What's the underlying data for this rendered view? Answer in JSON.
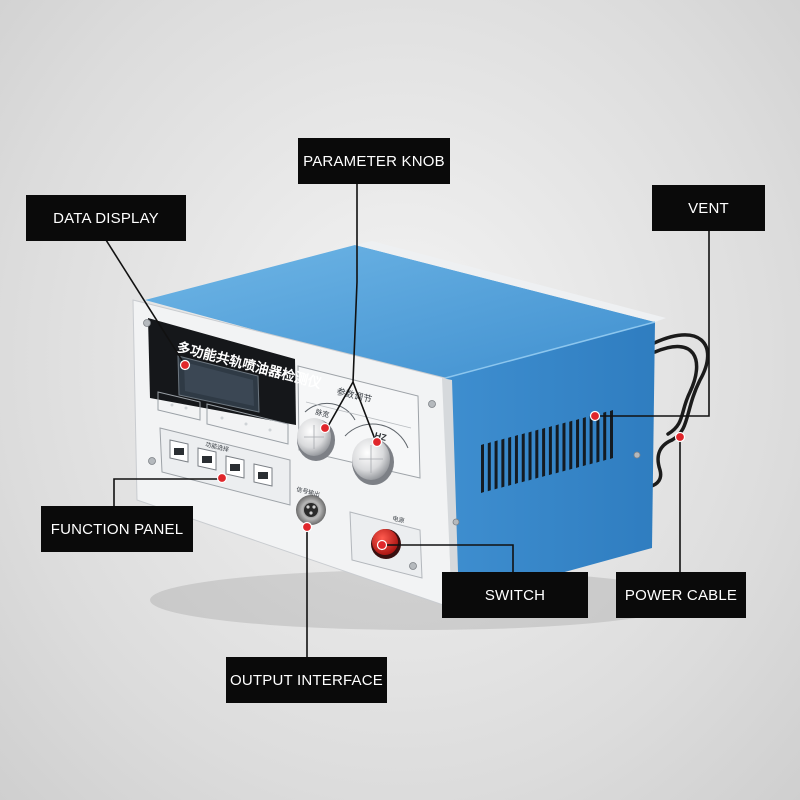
{
  "device": {
    "title": "多功能共轨喷油器检测仪",
    "panel_caption": "参数调节",
    "knob_left_label": "脉宽",
    "knob_right_label": "HZ",
    "function_panel_caption": "功能选择",
    "output_caption": "信号输出",
    "switch_caption": "电源",
    "colors": {
      "body_blue": "#4f9fd8",
      "front_white": "#f2f3f4",
      "label_bg": "#0a0a0a",
      "marker_red": "#e0262b",
      "switch_red": "#d8231f"
    }
  },
  "callouts": {
    "data_display": "DATA DISPLAY",
    "parameter_knob": "PARAMETER KNOB",
    "vent": "VENT",
    "function_panel": "FUNCTION PANEL",
    "switch": "SWITCH",
    "power_cable": "POWER CABLE",
    "output_interface": "OUTPUT INTERFACE"
  }
}
